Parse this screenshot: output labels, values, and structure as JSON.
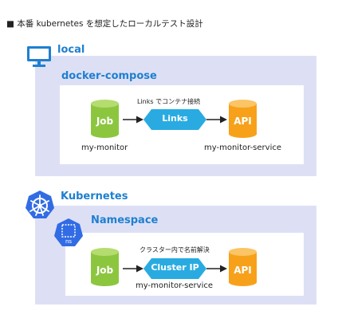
{
  "title": "■ 本番 kubernetes を想定したローカルテスト設計",
  "local": {
    "label": "local",
    "group_label": "docker-compose",
    "link_note": "Links でコンテナ接続",
    "job_label": "Job",
    "link_label": "Links",
    "api_label": "API",
    "job_name": "my-monitor",
    "api_name": "my-monitor-service"
  },
  "kube": {
    "label": "Kubernetes",
    "ns_label": "Namespace",
    "ns_badge": "ns",
    "link_note": "クラスター内で名前解決",
    "job_label": "Job",
    "link_label": "Cluster IP",
    "api_label": "API",
    "svc_name": "my-monitor-service"
  },
  "colors": {
    "outer_panel": "#dde0f5",
    "green": "#8cc63f",
    "orange": "#f7a11a",
    "cyan": "#29abe2",
    "blue": "#1f7fd0",
    "k8s": "#326ce5"
  }
}
